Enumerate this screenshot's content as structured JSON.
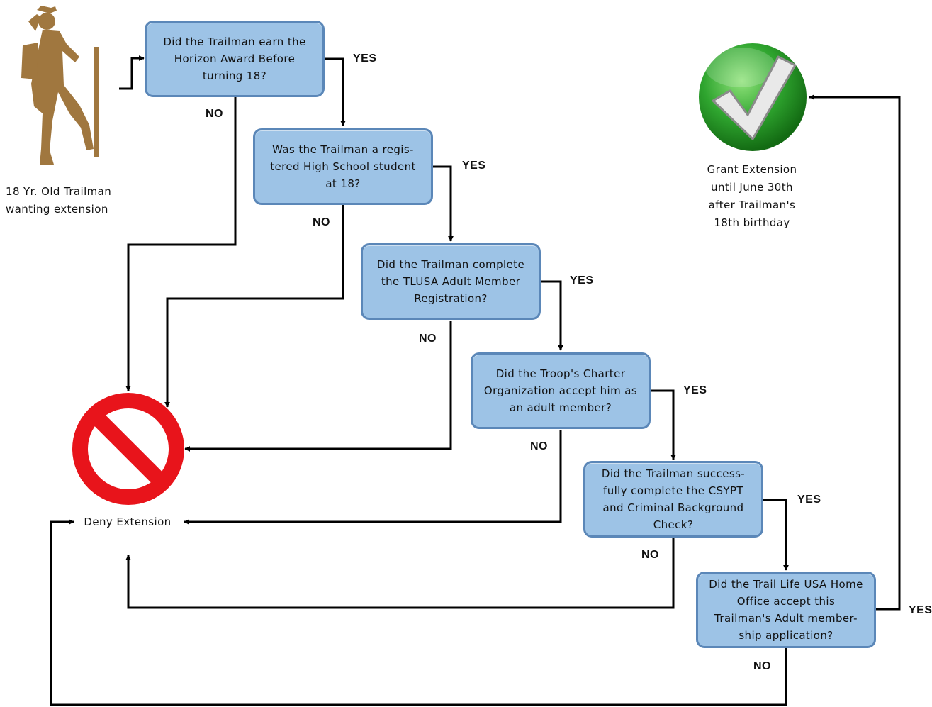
{
  "start": {
    "label_line1": "18 Yr. Old Trailman",
    "label_line2": "wanting extension"
  },
  "questions": [
    {
      "text": "Did the Trailman earn the Horizon Award Before turning 18?"
    },
    {
      "text": "Was the Trailman a regis-tered High School student at 18?"
    },
    {
      "text": "Did the Trailman complete the TLUSA Adult Member Registration?"
    },
    {
      "text": "Did the Troop's Charter Organization accept him as an adult member?"
    },
    {
      "text": "Did the Trailman success-fully complete the CSYPT and Criminal Background Check?"
    },
    {
      "text": "Did the Trail Life USA Home Office accept this Trailman's Adult member-ship application?"
    }
  ],
  "yes_label": "YES",
  "no_label": "NO",
  "outcomes": {
    "grant": {
      "line1": "Grant Extension",
      "line2": "until June 30th",
      "line3": "after Trailman's",
      "line4": "18th birthday"
    },
    "deny": {
      "label": "Deny Extension"
    }
  },
  "colors": {
    "box_fill": "#9dc3e6",
    "box_border": "#5b87b8",
    "hiker": "#a0773f",
    "deny_red": "#e8141b",
    "grant_green": "#2e9e2e"
  },
  "icons": {
    "start": "hiker-icon",
    "grant": "checkmark-icon",
    "deny": "prohibited-icon"
  }
}
